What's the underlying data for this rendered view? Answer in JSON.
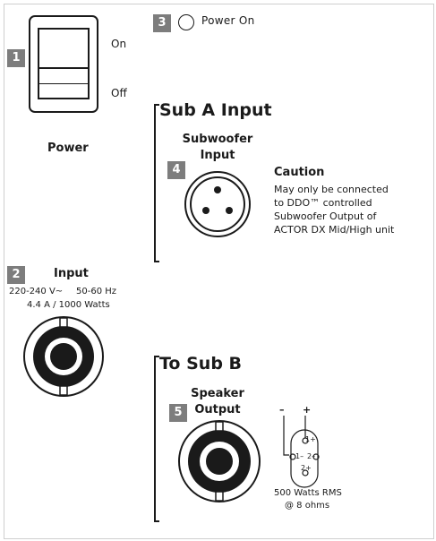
{
  "power_switch": {
    "badge": "1",
    "on_label": "On",
    "off_label": "Off",
    "title": "Power"
  },
  "power_indicator": {
    "badge": "3",
    "label": "Power On"
  },
  "sub_a": {
    "heading": "Sub A Input",
    "connector_label_line1": "Subwoofer",
    "connector_label_line2": "Input",
    "badge": "4",
    "caution_title": "Caution",
    "caution_lines": [
      "May only be connected",
      "to DDO™ controlled",
      "Subwoofer Output of",
      "ACTOR DX Mid/High unit"
    ]
  },
  "power_input": {
    "badge": "2",
    "title": "Input",
    "voltage": "220-240 V~",
    "frequency": "50-60 Hz",
    "rating": "4.4 A / 1000 Watts"
  },
  "sub_b": {
    "heading": "To Sub B",
    "connector_label_line1": "Speaker",
    "connector_label_line2": "Output",
    "badge": "5",
    "pinout": {
      "minus_top": "–",
      "plus_top": "+",
      "pin_1_minus": "1–",
      "pin_1_plus": "1+",
      "pin_2_minus": "2–",
      "pin_2_plus": "2+"
    },
    "rating_line1": "500 Watts RMS",
    "rating_line2": "@ 8 ohms"
  }
}
